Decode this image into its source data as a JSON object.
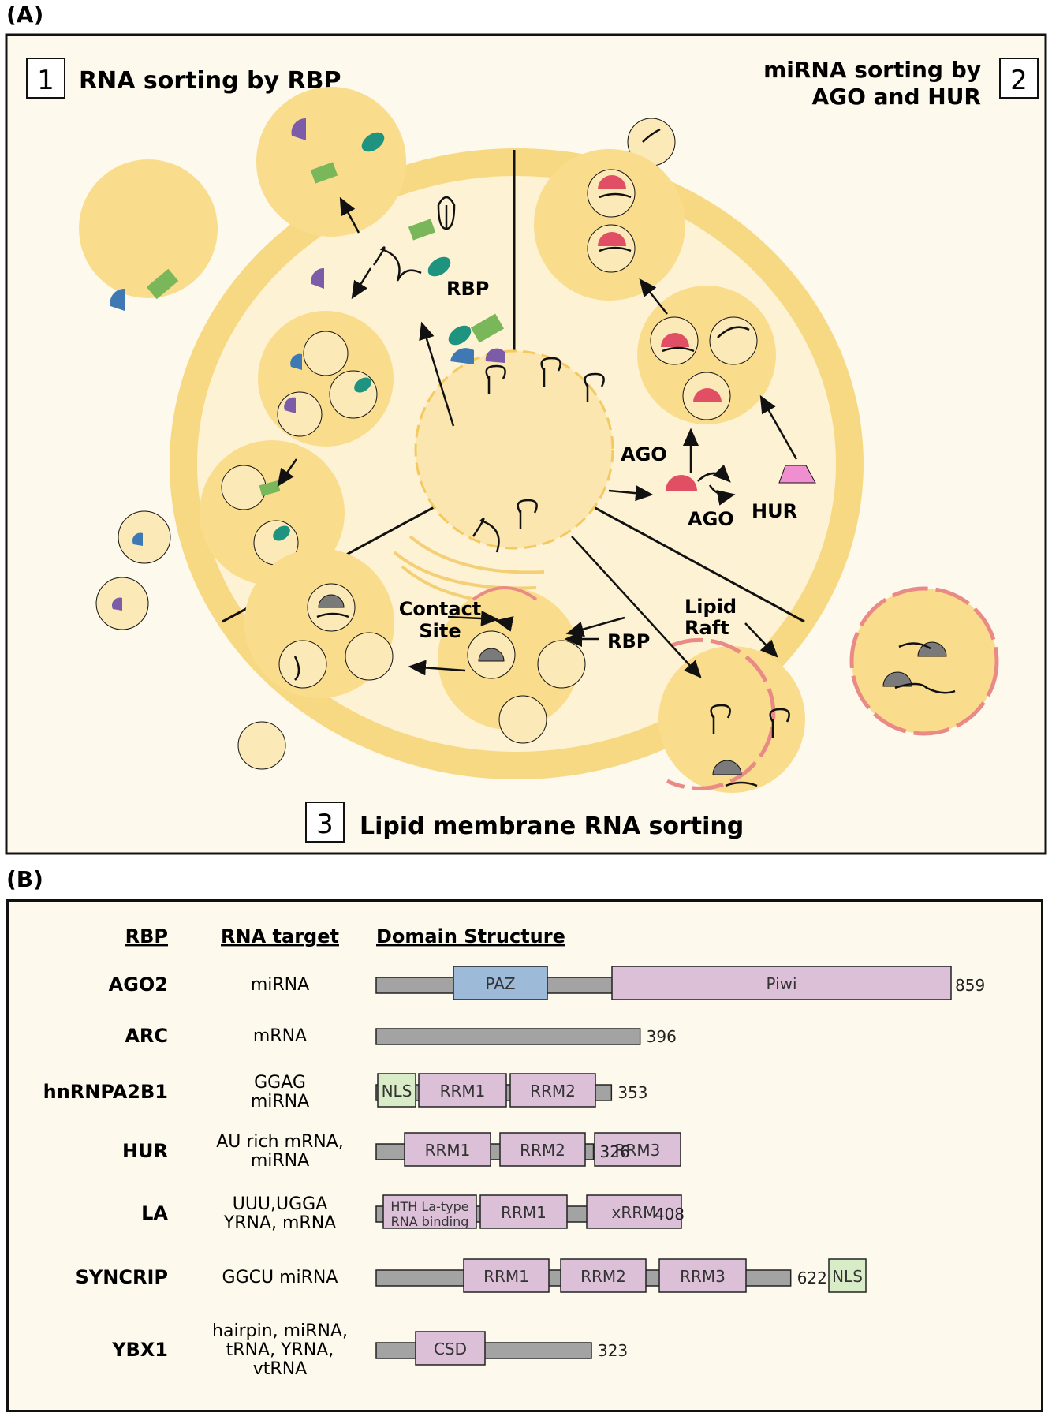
{
  "panel_a": {
    "label": "(A)",
    "sections": [
      {
        "number": "1",
        "title": "RNA sorting by RBP"
      },
      {
        "number": "2",
        "title_line1": "miRNA sorting by",
        "title_line2": "AGO and HUR"
      },
      {
        "number": "3",
        "title": "Lipid membrane RNA sorting"
      }
    ],
    "labels": {
      "rbp_top": "RBP",
      "ago_1": "AGO",
      "ago_2": "AGO",
      "hur": "HUR",
      "contact_line1": "Contact",
      "contact_line2": "Site",
      "rbp_bottom": "RBP",
      "lipid_line1": "Lipid",
      "lipid_line2": "Raft"
    }
  },
  "panel_b": {
    "label": "(B)",
    "headers": {
      "rbp": "RBP",
      "target": "RNA target",
      "domain": "Domain Structure"
    },
    "rows": [
      {
        "name": "AGO2",
        "target_lines": [
          "miRNA"
        ],
        "length": "859",
        "domains": [
          {
            "label": "PAZ",
            "type": "blue"
          },
          {
            "label": "Piwi",
            "type": "pink"
          }
        ]
      },
      {
        "name": "ARC",
        "target_lines": [
          "mRNA"
        ],
        "length": "396",
        "domains": []
      },
      {
        "name": "hnRNPA2B1",
        "target_lines": [
          "GGAG",
          "miRNA"
        ],
        "length": "353",
        "domains": [
          {
            "label": "NLS",
            "type": "green"
          },
          {
            "label": "RRM1",
            "type": "pink"
          },
          {
            "label": "RRM2",
            "type": "pink"
          }
        ]
      },
      {
        "name": "HUR",
        "target_lines": [
          "AU rich mRNA,",
          "miRNA"
        ],
        "length": "326",
        "domains": [
          {
            "label": "RRM1",
            "type": "pink"
          },
          {
            "label": "RRM2",
            "type": "pink"
          },
          {
            "label": "RRM3",
            "type": "pink"
          }
        ]
      },
      {
        "name": "LA",
        "target_lines": [
          "UUU,UGGA",
          "YRNA, mRNA"
        ],
        "length": "408",
        "domains": [
          {
            "label": "HTH La-type",
            "label2": "RNA binding",
            "type": "pink"
          },
          {
            "label": "RRM1",
            "type": "pink"
          },
          {
            "label": "xRRM",
            "type": "pink"
          }
        ]
      },
      {
        "name": "SYNCRIP",
        "target_lines": [
          "GGCU miRNA"
        ],
        "length": "622",
        "domains": [
          {
            "label": "RRM1",
            "type": "pink"
          },
          {
            "label": "RRM2",
            "type": "pink"
          },
          {
            "label": "RRM3",
            "type": "pink"
          },
          {
            "label": "NLS",
            "type": "green"
          }
        ]
      },
      {
        "name": "YBX1",
        "target_lines": [
          "hairpin, miRNA,",
          "tRNA, YRNA,",
          "vtRNA"
        ],
        "length": "323",
        "domains": [
          {
            "label": "CSD",
            "type": "pink"
          }
        ]
      }
    ]
  },
  "colors": {
    "background": "#fdf9ec",
    "membrane": "#f8d983",
    "cell_fill": "#f9dc8c",
    "vesicle_fill": "#fbe9b8",
    "ago_red": "#e04f64",
    "hur_pink": "#ef8fd0",
    "lipid_raft": "#e98a87",
    "gray_bar": "#a3a3a3",
    "domain_pink": "#dcc0d8",
    "domain_blue": "#9dbad9",
    "domain_green": "#d9ecc8"
  }
}
